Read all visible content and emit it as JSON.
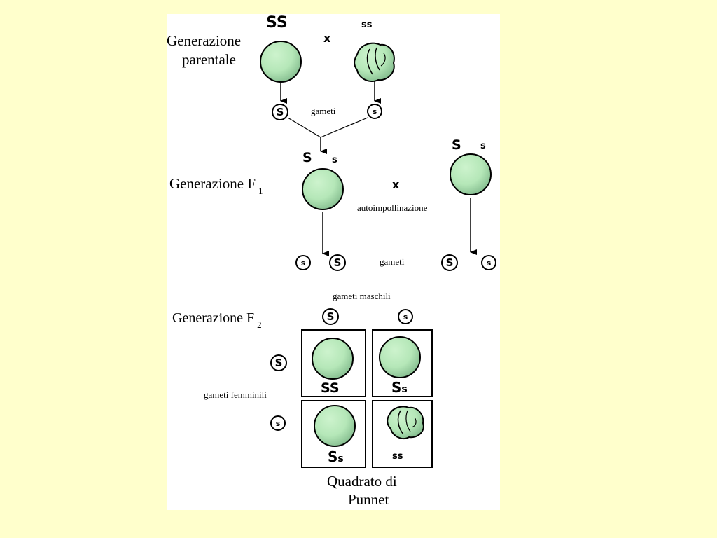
{
  "labels": {
    "parental_line1": "Generazione",
    "parental_line2": "parentale",
    "f1": "Generazione F",
    "f1_sub": "1",
    "f2": "Generazione F",
    "f2_sub": "2",
    "gametes_1": "gameti",
    "gametes_2": "gameti",
    "self_pollination": "autoimpollinazione",
    "male_gametes": "gameti maschili",
    "female_gametes": "gameti femminili",
    "punnett_line1": "Quadrato di",
    "punnett_line2": "Punnet",
    "cross_symbol_1": "x",
    "cross_symbol_2": "x"
  },
  "genotypes": {
    "parent_dominant": "SS",
    "parent_recessive": "ss",
    "f1_left_S": "S",
    "f1_left_s": "s",
    "f1_right_S": "S",
    "f1_right_s": "s",
    "punnett_tl": "SS",
    "punnett_tr_S": "S",
    "punnett_tr_s": "s",
    "punnett_bl_S": "S",
    "punnett_bl_s": "s",
    "punnett_br": "ss"
  },
  "gamete_symbols": {
    "parent_left": "S",
    "parent_right": "s",
    "f1_left_small": "s",
    "f1_left_big": "S",
    "f1_right_big": "S",
    "f1_right_small": "s",
    "male_big": "S",
    "male_small": "s",
    "female_big": "S",
    "female_small": "s"
  },
  "phenotypes": {
    "smooth_pea": "smooth-green-pea",
    "wrinkled_pea": "wrinkled-green-pea"
  },
  "colors": {
    "page_background": "#FFFFCC",
    "panel_background": "#FFFFFF",
    "pea_fill": "#B8E8B8",
    "pea_shade": "#7FB88A",
    "outline": "#000000"
  }
}
